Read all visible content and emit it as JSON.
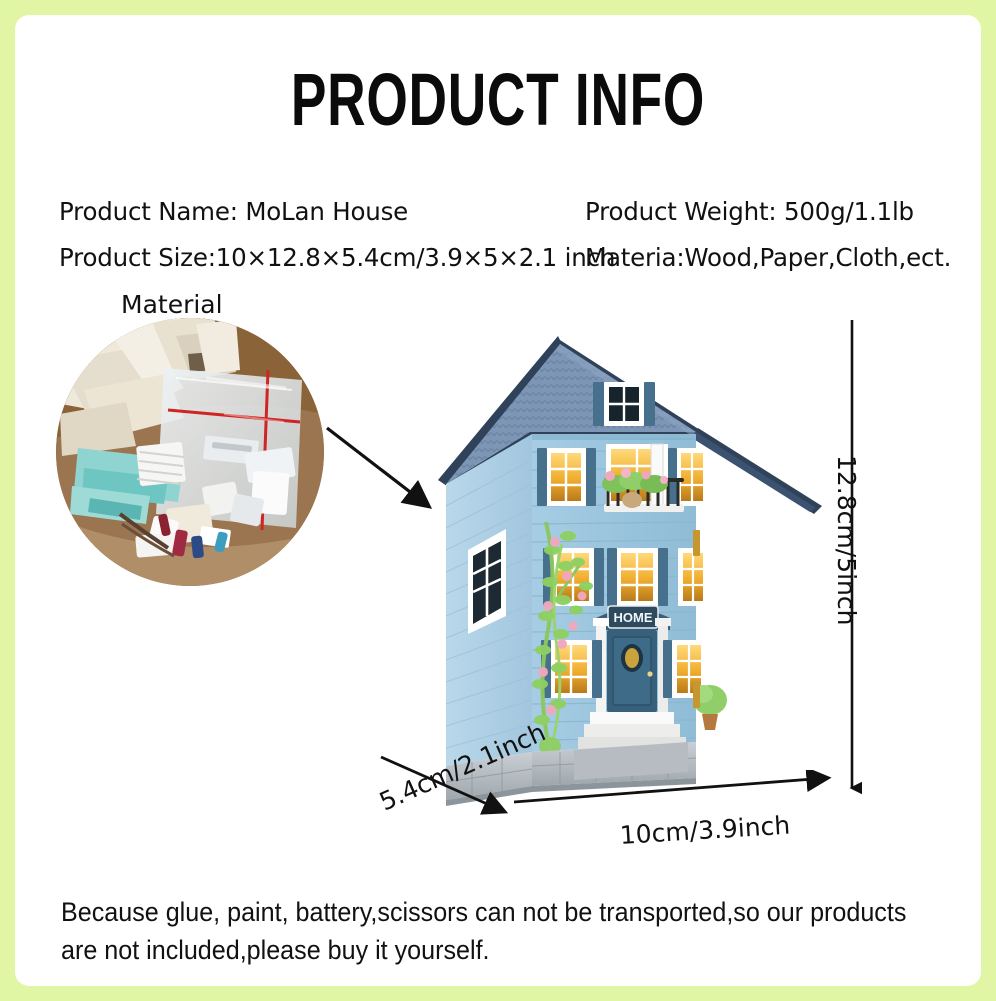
{
  "frame": {
    "border_color": "#e1f6a4",
    "background": "#ffffff"
  },
  "header": {
    "title": "PRODUCT INFO"
  },
  "specs": {
    "product_name": "Product Name: MoLan House",
    "product_size": "Product Size:10×12.8×5.4cm/3.9×5×2.1 inch",
    "product_weight": "Product Weight: 500g/1.1lb",
    "material_list": "Materia:Wood,Paper,Cloth,ect.",
    "material_caption": "Material"
  },
  "dimensions": {
    "height_label": "12.8cm/5inch",
    "width_label": "10cm/3.9inch",
    "depth_label": "5.4cm/2.1inch"
  },
  "product": {
    "door_sign": "HOME",
    "body_color": "#a9cfe6",
    "roof_color": "#7d96b5",
    "shutter_color": "#3e6781",
    "window_glow": "#f5b93c",
    "foundation_color": "#b9bfc4",
    "door_color": "#37607c"
  },
  "footer": {
    "note_line1": "Because glue, paint, battery,scissors can not be transported,so our products",
    "note_line2": "are not included,please buy it yourself."
  }
}
